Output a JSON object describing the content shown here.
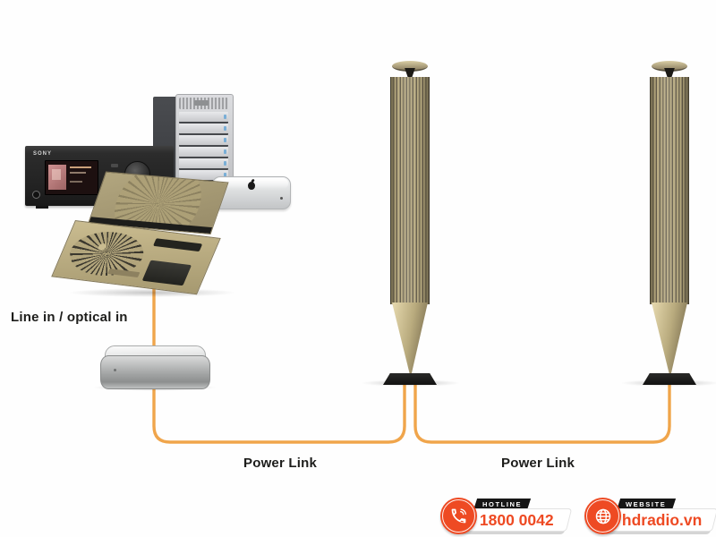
{
  "diagram": {
    "labels": {
      "line_in": "Line in / optical in",
      "power_link_left": "Power Link",
      "power_link_right": "Power Link"
    },
    "devices": {
      "sony_logo": "SONY"
    },
    "colors": {
      "cable_orange": "#F0A54B",
      "speaker_wood": "#B6A97E",
      "label_text": "#1D1D1B",
      "accent_orange": "#EE4A23"
    }
  },
  "footer": {
    "hotline": {
      "icon": "phone-icon",
      "label": "HOTLINE",
      "value": "1800 0042"
    },
    "website": {
      "icon": "globe-icon",
      "label": "WEBSITE",
      "value": "hdradio.vn"
    }
  }
}
